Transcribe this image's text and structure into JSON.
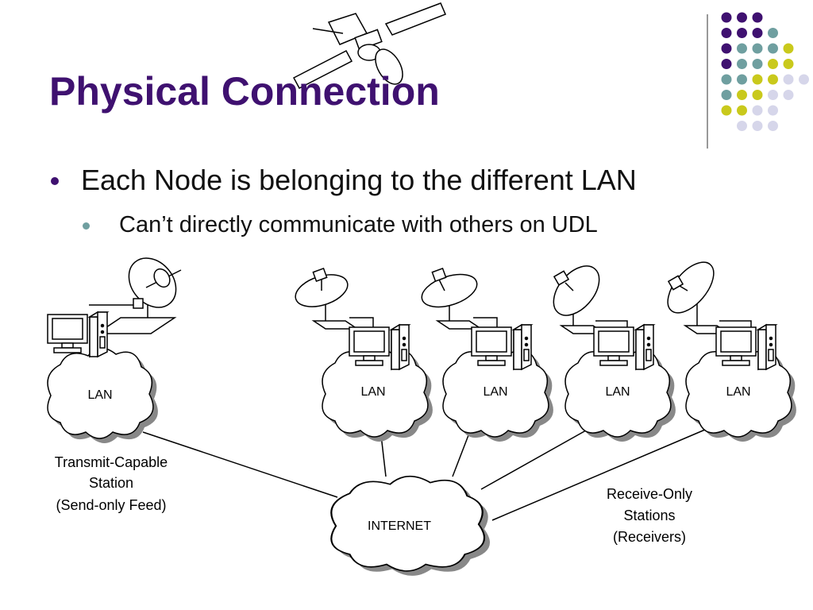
{
  "slide": {
    "title": "Physical Connection",
    "bullet1": "Each Node is belonging to the different LAN",
    "bullet2": "Can’t directly communicate with others on UDL"
  },
  "diagram": {
    "lan_label": "LAN",
    "internet_label": "INTERNET",
    "transmit_station": [
      "Transmit-Capable",
      "Station",
      "(Send-only Feed)"
    ],
    "receive_stations": [
      "Receive-Only",
      "Stations",
      "(Receivers)"
    ]
  },
  "colors": {
    "title": "#3f1170",
    "dark_purple": "#3f1170",
    "teal": "#6f9fa0",
    "yellow_green": "#c9c91c",
    "lavender": "#d6d6ea"
  },
  "icons": [
    "satellite-icon",
    "dish-antenna-icon",
    "computer-icon",
    "cloud-icon"
  ]
}
